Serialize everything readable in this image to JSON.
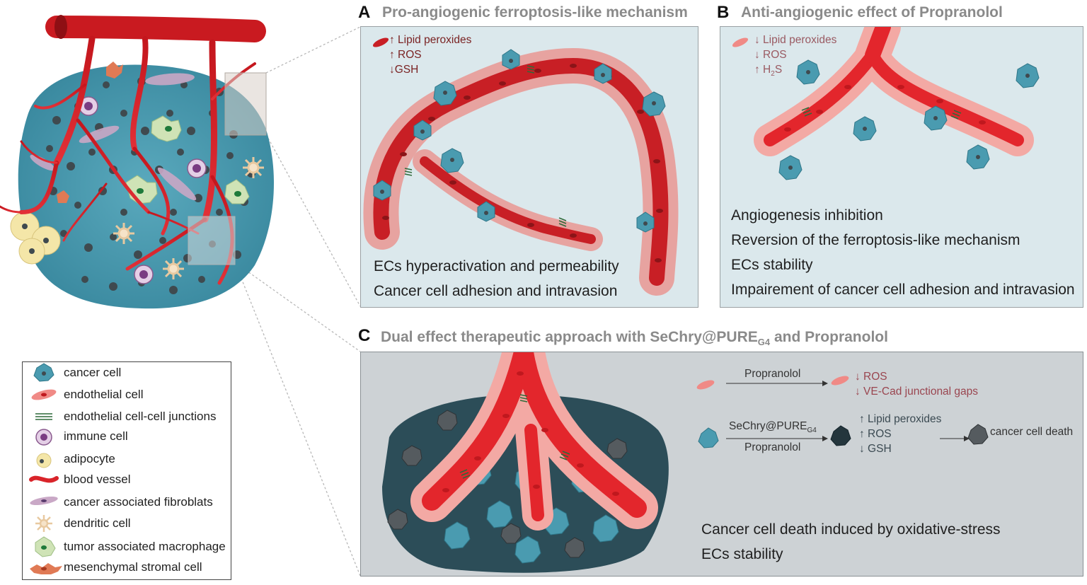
{
  "panels": {
    "a": {
      "letter": "A",
      "title": "Pro-angiogenic ferroptosis-like mechanism",
      "stats": [
        "↑ Lipid peroxides",
        "↑ ROS",
        "↓GSH"
      ],
      "outcomes": [
        "ECs hyperactivation and permeability",
        "Cancer cell adhesion and intravasion"
      ]
    },
    "b": {
      "letter": "B",
      "title": "Anti-angiogenic effect of Propranolol",
      "stats": [
        "↓ Lipid peroxides",
        "↓ ROS",
        "↑ H",
        "2",
        "S"
      ],
      "outcomes": [
        "Angiogenesis inhibition",
        "Reversion of the ferroptosis-like mechanism",
        "ECs stability",
        "Impairement of cancer cell adhesion and intravasion"
      ]
    },
    "c": {
      "letter": "C",
      "title_main": "Dual effect therapeutic approach with SeChry@PURE",
      "title_sub": "G4",
      "title_end": " and Propranolol",
      "row1_drug": "Propranolol",
      "row1_effects": [
        "↓ ROS",
        "↓ VE-Cad junctional gaps"
      ],
      "row2_drug_main": "SeChry@PURE",
      "row2_drug_sub": "G4",
      "row2_drug2": "Propranolol",
      "row2_effects": [
        "↑ Lipid peroxides",
        "↑ ROS",
        "↓ GSH"
      ],
      "row2_result": "cancer cell death",
      "outcomes": [
        "Cancer cell death induced by oxidative-stress",
        "ECs stability"
      ]
    }
  },
  "legend": [
    {
      "label": "cancer cell",
      "icon": "cancer-cell-icon"
    },
    {
      "label": "endothelial cell",
      "icon": "endothelial-cell-icon"
    },
    {
      "label": "endothelial cell-cell junctions",
      "icon": "junction-icon"
    },
    {
      "label": "immune cell",
      "icon": "immune-cell-icon"
    },
    {
      "label": "adipocyte",
      "icon": "adipocyte-icon"
    },
    {
      "label": "blood vessel",
      "icon": "blood-vessel-icon"
    },
    {
      "label": "cancer associated fibroblats",
      "icon": "fibroblast-icon"
    },
    {
      "label": "dendritic cell",
      "icon": "dendritic-cell-icon"
    },
    {
      "label": "tumor associated macrophage",
      "icon": "macrophage-icon"
    },
    {
      "label": "mesenchymal stromal cell",
      "icon": "stromal-cell-icon"
    }
  ],
  "colors": {
    "vessel": "#d9242a",
    "endothelial": "#e8878a",
    "cancer": "#4a9bb0",
    "cancer_dark": "#2c4a55",
    "panel_ab": "#dbe8ec",
    "panel_c": "#cdd2d5"
  }
}
